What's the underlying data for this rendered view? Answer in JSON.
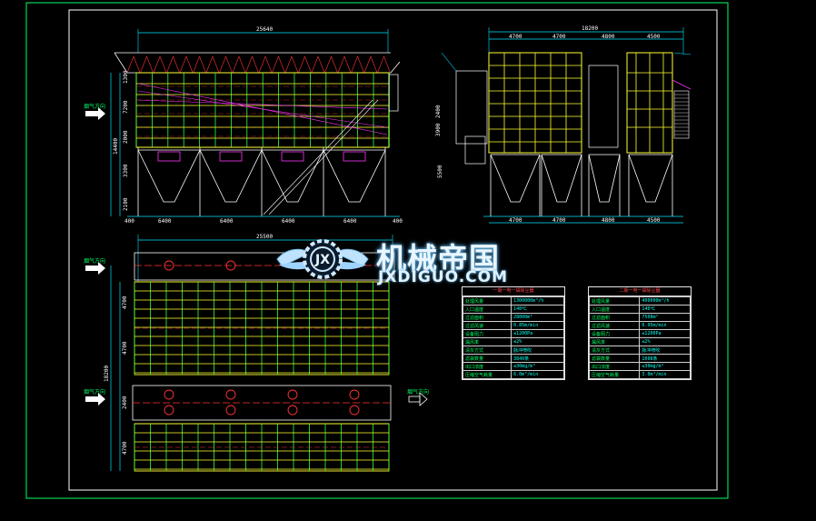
{
  "colors": {
    "border": "#00ff66",
    "cyan": "#00e5ff",
    "yellow": "#ffff33",
    "green": "#33ff33",
    "magenta": "#ff33ff",
    "red": "#ff3333",
    "white": "#ffffff"
  },
  "front_view": {
    "overall_dim": "25640",
    "bay_dims": [
      "6400",
      "6400",
      "6400",
      "6400"
    ],
    "end_dims": [
      "400",
      "400"
    ],
    "height_dims": [
      "1300",
      "7200",
      "2000",
      "3300",
      "2100"
    ],
    "total_height": "14400"
  },
  "side_view": {
    "overall_dim": "18200",
    "top_dims": [
      "4700",
      "4700",
      "4800",
      "4500"
    ],
    "bottom_dims": [
      "4700",
      "4700",
      "4800",
      "4500"
    ],
    "height_dims": [
      "2400",
      "3900",
      "5500"
    ]
  },
  "plan_view": {
    "overall_dim": "25500",
    "width_dims": [
      "4700",
      "4700",
      "18200",
      "2400",
      "4700"
    ]
  },
  "watermark": {
    "cn": "机械帝国",
    "en": "JXDIGUO.COM",
    "emblem": "gear-wing-logo"
  },
  "table_left": {
    "header": "一期一电一袋除尘器",
    "rows": [
      [
        "处理风量",
        "1300000m³/h"
      ],
      [
        "入口温度",
        "140℃"
      ],
      [
        "过滤面积",
        "28000m²"
      ],
      [
        "过滤风速",
        "0.85m/min"
      ],
      [
        "设备阻力",
        "≤1200Pa"
      ],
      [
        "漏风率",
        "≤2%"
      ],
      [
        "清灰方式",
        "脉冲喷吹"
      ],
      [
        "滤袋数量",
        "3840条"
      ],
      [
        "出口浓度",
        "≤30mg/m³"
      ],
      [
        "压缩空气耗量",
        "6.0m³/min"
      ]
    ]
  },
  "table_right": {
    "header": "二期一电一袋除尘器",
    "rows": [
      [
        "处理风量",
        "400000m³/h"
      ],
      [
        "入口温度",
        "140℃"
      ],
      [
        "过滤面积",
        "7500m²"
      ],
      [
        "过滤风速",
        "0.95m/min"
      ],
      [
        "设备阻力",
        "≤1200Pa"
      ],
      [
        "漏风率",
        "≤2%"
      ],
      [
        "清灰方式",
        "脉冲喷吹"
      ],
      [
        "滤袋数量",
        "1008条"
      ],
      [
        "出口浓度",
        "≤30mg/m³"
      ],
      [
        "压缩空气耗量",
        "3.0m³/min"
      ]
    ]
  }
}
